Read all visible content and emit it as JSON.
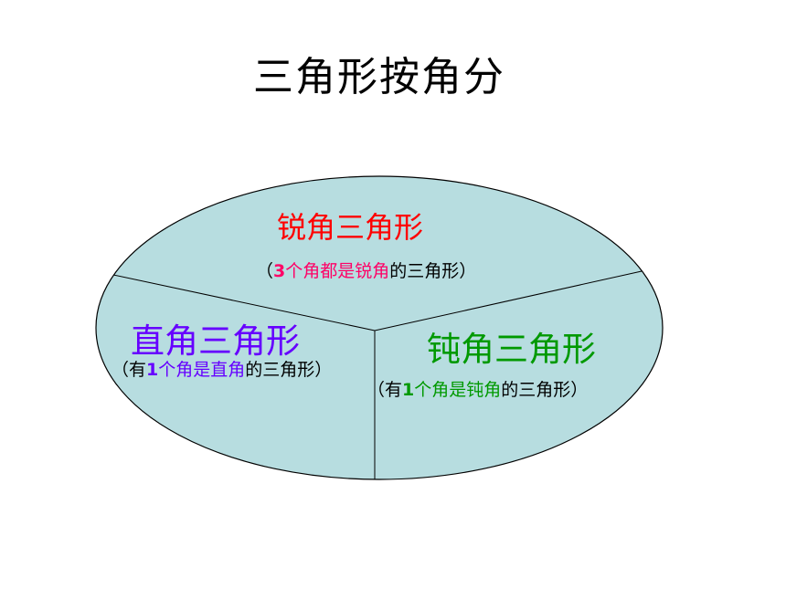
{
  "title": "三角形按角分",
  "sections": {
    "acute": {
      "name": "锐角三角形",
      "desc_open": "（",
      "desc_number": "3",
      "desc_highlight": "个角都是锐角",
      "desc_rest": "的三角形）"
    },
    "right": {
      "name": "直角三角形",
      "desc_open": "（有",
      "desc_number": "1",
      "desc_highlight": "个角是直角",
      "desc_rest": "的三角形）"
    },
    "obtuse": {
      "name": "钝角三角形",
      "desc_open": "（有",
      "desc_number": "1",
      "desc_highlight": "个角是钝角",
      "desc_rest": "的三角形）"
    }
  },
  "colors": {
    "ellipse_fill": "#b7dde0",
    "outline": "#000000",
    "acute_title": "#ff0000",
    "acute_highlight": "#ff0066",
    "right": "#6600ff",
    "obtuse": "#009900"
  }
}
